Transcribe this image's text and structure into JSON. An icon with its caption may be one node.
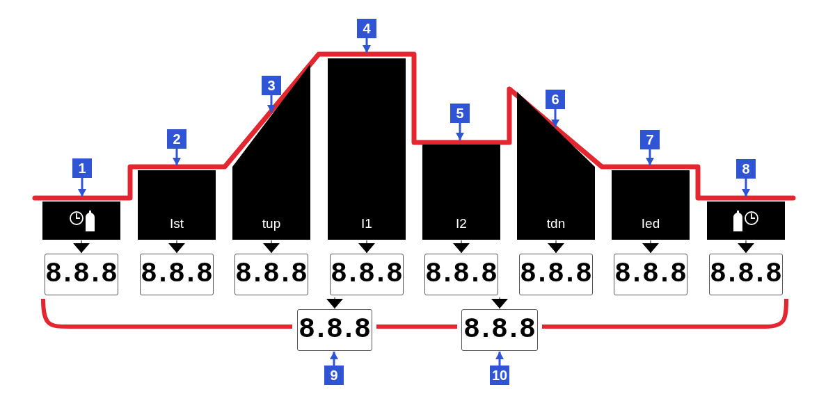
{
  "diagram": {
    "nodes": [
      {
        "text": [],
        "shape": "box"
      },
      {
        "text": [
          "Ist"
        ]
      },
      {
        "text": [
          "tup"
        ]
      },
      {
        "text": [
          "I1"
        ]
      },
      {
        "text": [
          "I2"
        ]
      },
      {
        "text": [
          "tdn"
        ]
      },
      {
        "text": [
          "Ied"
        ]
      },
      {
        "text": [],
        "shape": "box"
      },
      {
        "text": [
          "8.8.8"
        ]
      },
      {
        "text": [
          "8.8.8"
        ]
      },
      {
        "text": [
          "8.8.8"
        ]
      },
      {
        "text": [
          "8.8.8"
        ]
      },
      {
        "text": [
          "8.8.8"
        ]
      },
      {
        "text": [
          "8.8.8"
        ]
      },
      {
        "text": [
          "8.8.8"
        ]
      },
      {
        "text": [
          "8.8.8"
        ]
      },
      {
        "text": [
          "8.8.8"
        ]
      },
      {
        "text": [
          "8.8.8"
        ]
      },
      {
        "text": [
          "1"
        ]
      },
      {
        "text": [
          "2"
        ]
      },
      {
        "text": [
          "3"
        ]
      },
      {
        "text": [
          "4"
        ]
      },
      {
        "text": [
          "5"
        ]
      },
      {
        "text": [
          "6"
        ]
      },
      {
        "text": [
          "7"
        ]
      },
      {
        "text": [
          "8"
        ]
      },
      {
        "text": [
          "9"
        ]
      },
      {
        "text": [
          "10"
        ]
      }
    ],
    "edges": [
      {
        "from": 0,
        "to": 8,
        "arrow": "to",
        "color": "#000000"
      },
      {
        "from": 1,
        "to": 9,
        "arrow": "to",
        "color": "#000000"
      },
      {
        "from": 2,
        "to": 10,
        "arrow": "to",
        "color": "#000000"
      },
      {
        "from": 3,
        "to": 11,
        "arrow": "to",
        "color": "#000000"
      },
      {
        "from": 4,
        "to": 12,
        "arrow": "to",
        "color": "#000000"
      },
      {
        "from": 5,
        "to": 13,
        "arrow": "to",
        "color": "#000000"
      },
      {
        "from": 6,
        "to": 14,
        "arrow": "to",
        "color": "#000000"
      },
      {
        "from": 7,
        "to": 15,
        "arrow": "to",
        "color": "#000000"
      },
      {
        "from": 11,
        "to": 16,
        "arrow": "to",
        "color": "#000000"
      },
      {
        "from": 12,
        "to": 17,
        "arrow": "to",
        "color": "#000000"
      },
      {
        "from": 18,
        "to": 0,
        "arrow": "to",
        "color": "#2f55d4"
      },
      {
        "from": 19,
        "to": 1,
        "arrow": "to",
        "color": "#2f55d4"
      },
      {
        "from": 20,
        "to": 2,
        "arrow": "to",
        "color": "#2f55d4"
      },
      {
        "from": 21,
        "to": 3,
        "arrow": "to",
        "color": "#2f55d4"
      },
      {
        "from": 22,
        "to": 4,
        "arrow": "to",
        "color": "#2f55d4"
      },
      {
        "from": 23,
        "to": 5,
        "arrow": "to",
        "color": "#2f55d4"
      },
      {
        "from": 24,
        "to": 6,
        "arrow": "to",
        "color": "#2f55d4"
      },
      {
        "from": 25,
        "to": 7,
        "arrow": "to",
        "color": "#2f55d4"
      },
      {
        "from": 26,
        "to": 16,
        "arrow": "to",
        "color": "#2f55d4"
      },
      {
        "from": 27,
        "to": 17,
        "arrow": "to",
        "color": "#2f55d4"
      },
      {
        "from": 8,
        "to": 16,
        "arrow": "none",
        "style": "thick",
        "color": "#e3262f"
      },
      {
        "from": 16,
        "to": 17,
        "arrow": "none",
        "style": "thick",
        "color": "#e3262f"
      },
      {
        "from": 17,
        "to": 15,
        "arrow": "none",
        "style": "thick",
        "color": "#e3262f"
      }
    ]
  }
}
